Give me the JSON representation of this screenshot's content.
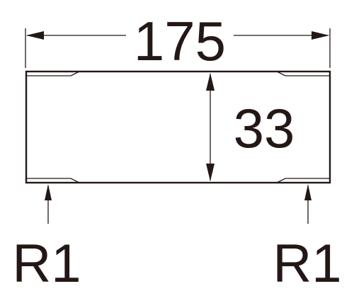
{
  "diagram": {
    "width_label": "175",
    "height_label": "33",
    "left_thread_label": "R1",
    "right_thread_label": "R1"
  },
  "colors": {
    "ink": "#231815",
    "background": "#ffffff"
  }
}
